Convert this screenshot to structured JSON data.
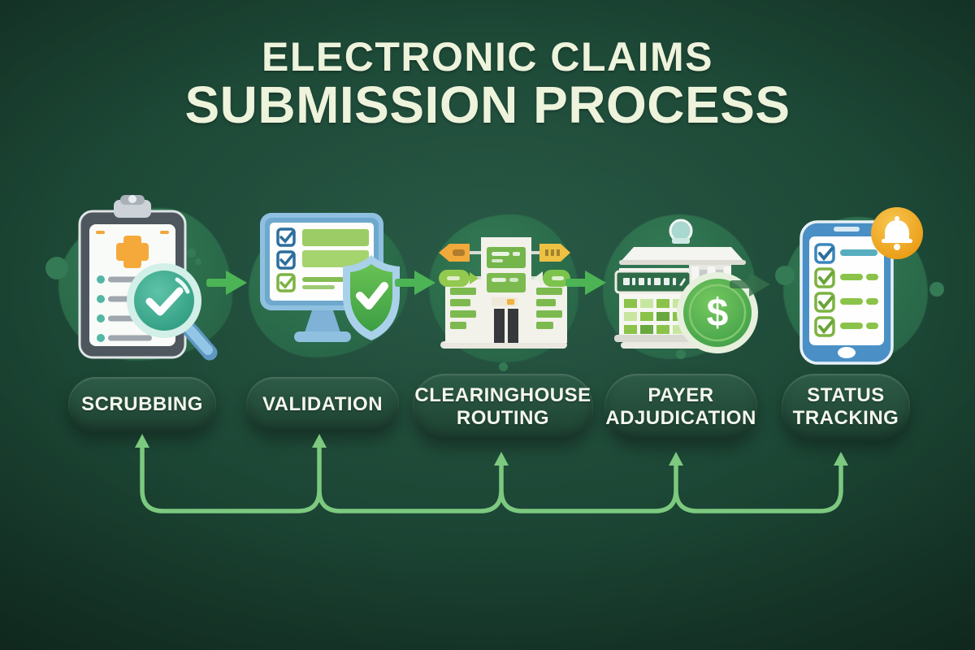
{
  "title": {
    "line1": "ELECTRONIC CLAIMS",
    "line2": "SUBMISSION PROCESS"
  },
  "steps": [
    {
      "label": "SCRUBBING",
      "icon": "clipboard-magnifier-icon"
    },
    {
      "label": "VALIDATION",
      "icon": "monitor-shield-icon"
    },
    {
      "label": "CLEARINGHOUSE\nROUTING",
      "icon": "routing-hub-building-icon"
    },
    {
      "label": "PAYER\nADJUDICATION",
      "icon": "payer-building-dollar-icon",
      "coin_symbol": "$"
    },
    {
      "label": "STATUS\nTRACKING",
      "icon": "phone-checklist-bell-icon"
    }
  ],
  "flow": {
    "between_step_arrows": 4,
    "feedback_line_arrow_count": 5,
    "direction": "left-to-right"
  },
  "colors": {
    "bg-center": "#235541",
    "bg-mid": "#1b4433",
    "bg-edge": "#122d22",
    "title": "#eef3dc",
    "pill-top": "#2d5c47",
    "pill-bottom": "#1d4031",
    "pill-text": "#f4f7ec",
    "blob": "#2b6c4b",
    "blob-hi": "#347a55",
    "blob-lo": "#265f43",
    "arrow": "#4cb454",
    "arrow-dim": "#36714c",
    "line": "#7cc97f",
    "accent-orange": "#f2a93c",
    "accent-yellow": "#eec143",
    "ui-green": "#7cb342",
    "ui-green-light": "#9ccc65",
    "ui-green-dark": "#44a348",
    "ui-blue": "#4a90c6",
    "ui-blue-light": "#8fc0df",
    "ui-teal": "#3fae93",
    "ui-white": "#f7f8f4"
  }
}
